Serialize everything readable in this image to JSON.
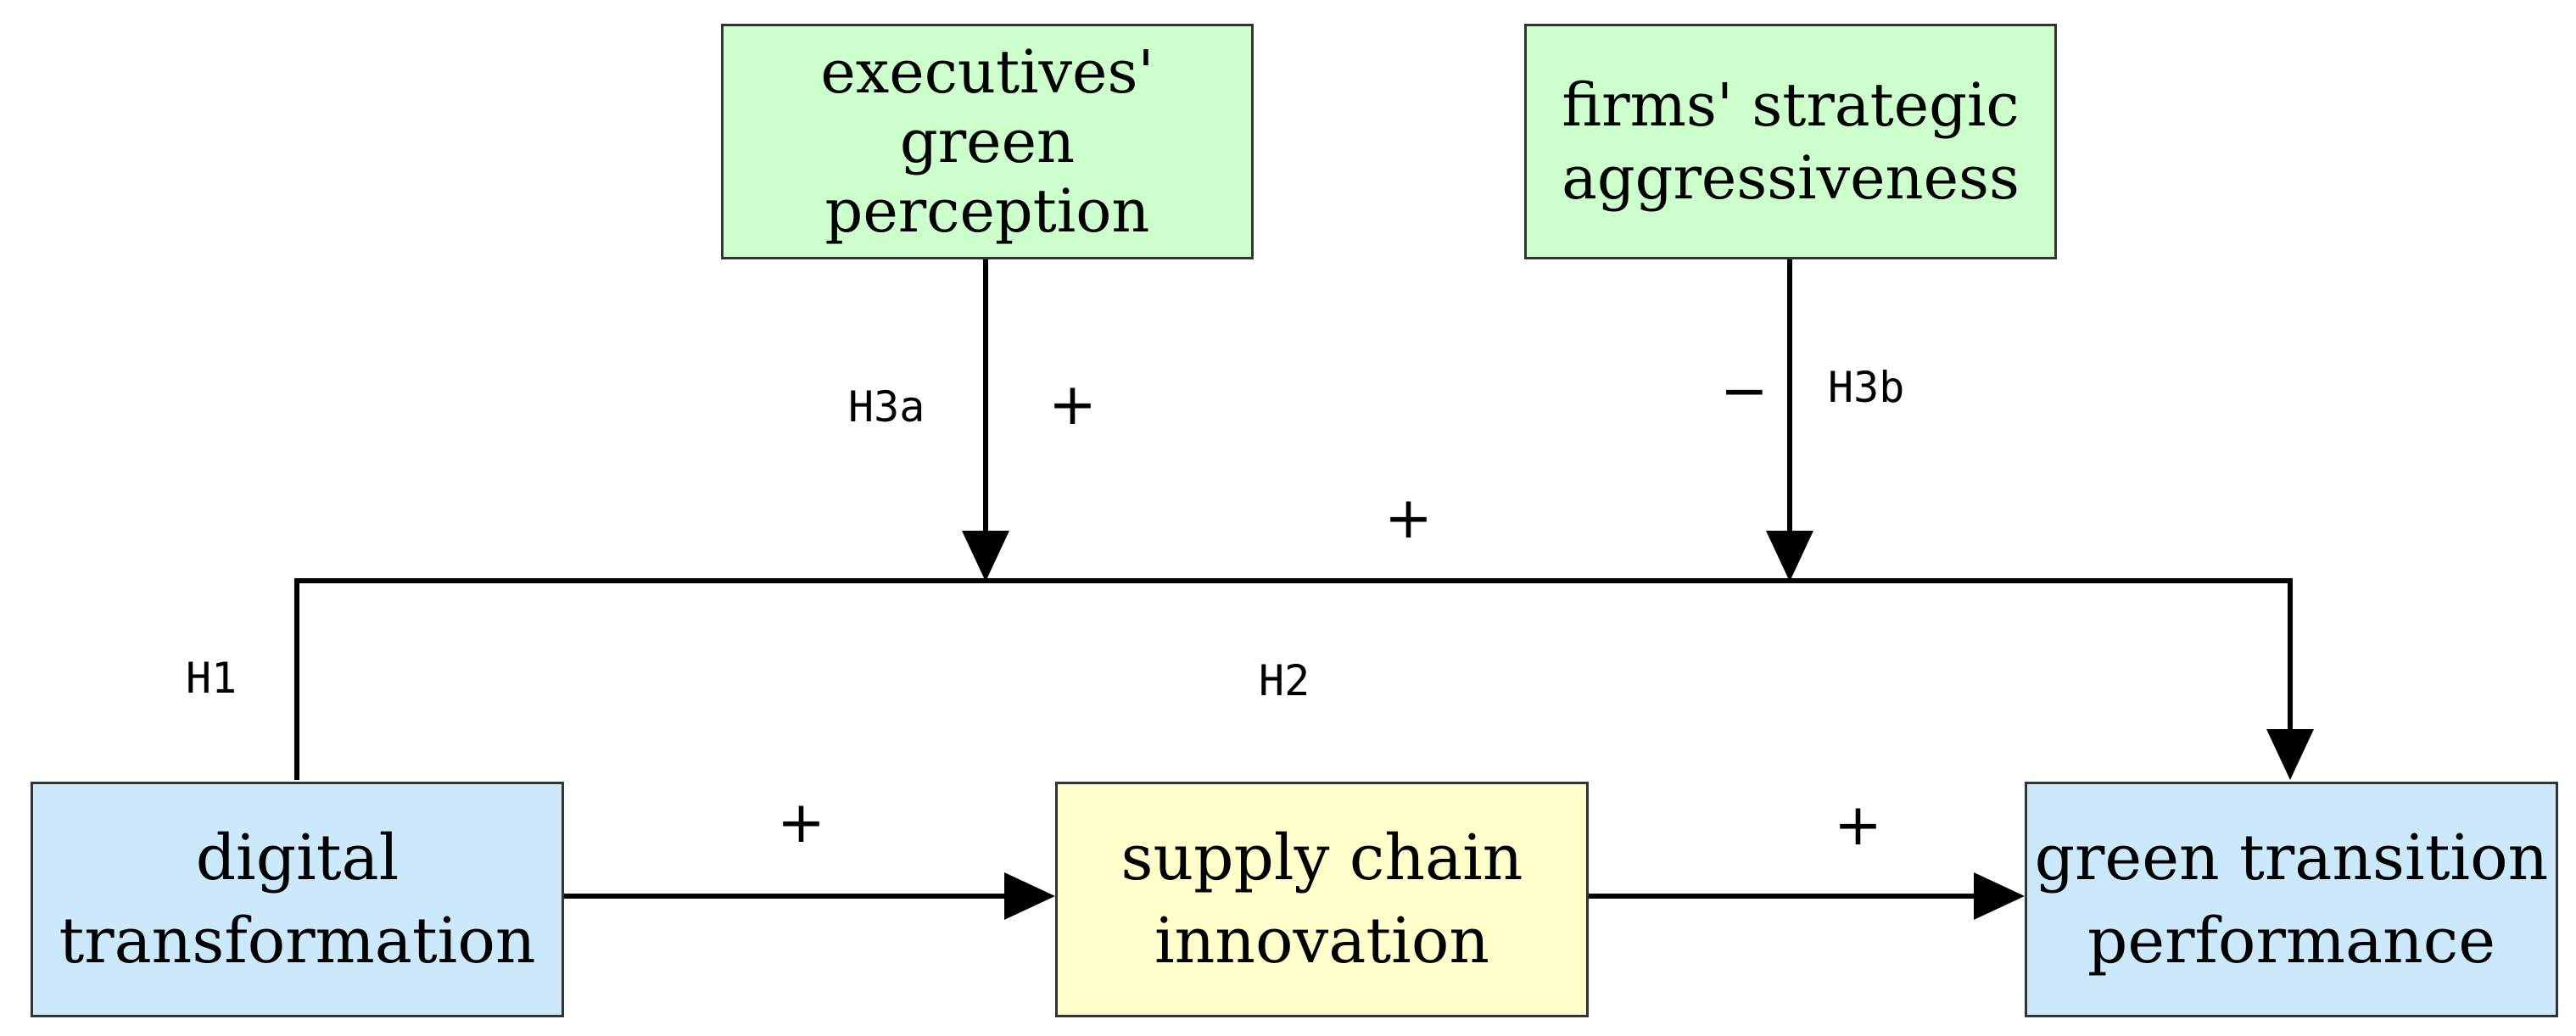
{
  "nodes": {
    "executives": [
      "executives'",
      "green",
      "perception"
    ],
    "strategic": [
      "firms' strategic",
      "aggressiveness"
    ],
    "digital": [
      "digital",
      "transformation"
    ],
    "supply": [
      "supply chain",
      "innovation"
    ],
    "green_transition": [
      "green transition",
      "performance"
    ]
  },
  "labels": {
    "h1": "H1",
    "h2": "H2",
    "h3a": "H3a",
    "h3b": "H3b"
  },
  "signs": {
    "h3a": "+",
    "h3b": "−",
    "h1_path": "+",
    "dt_to_sci": "+",
    "sci_to_gtp": "+"
  },
  "colors": {
    "moderator_fill": "#ccffcc",
    "endpoint_fill": "#cce9fb",
    "mediator_fill": "#ffffcc",
    "line": "#000000"
  }
}
